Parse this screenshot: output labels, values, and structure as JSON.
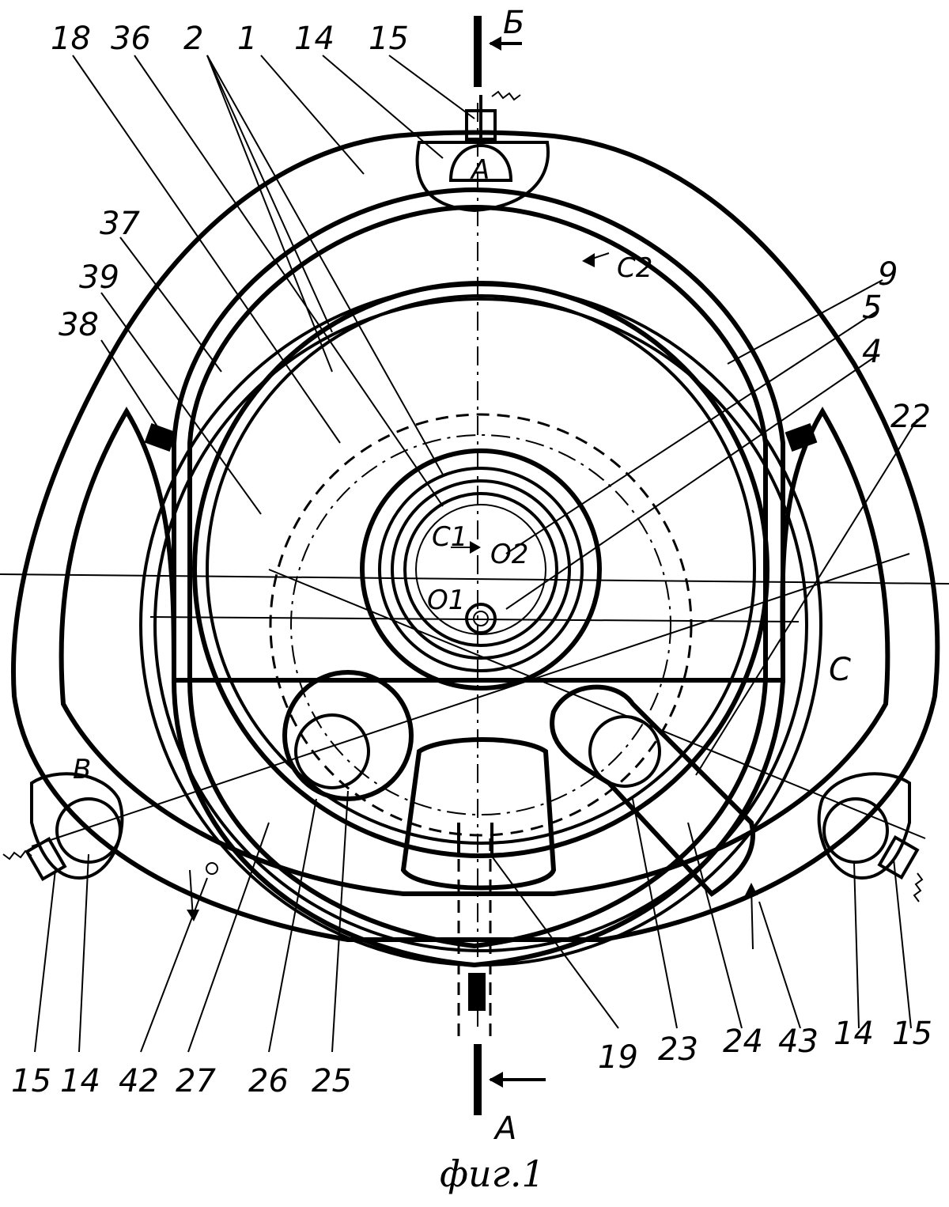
{
  "figure": {
    "caption": "фиг.1",
    "section_top": "Б",
    "section_bottom": "A",
    "point_a": "A",
    "point_b": "B",
    "chamber_c": "C",
    "flow_c1": "C1",
    "flow_c2": "C2",
    "center_o1": "O1",
    "center_o2": "O2"
  },
  "callouts": {
    "top": [
      "18",
      "36",
      "2",
      "1",
      "14",
      "15"
    ],
    "left": [
      "37",
      "39",
      "38"
    ],
    "right": [
      "9",
      "5",
      "4",
      "22"
    ],
    "bottom": [
      "15",
      "14",
      "42",
      "27",
      "26",
      "25",
      "19",
      "23",
      "24",
      "43",
      "14",
      "15"
    ]
  }
}
